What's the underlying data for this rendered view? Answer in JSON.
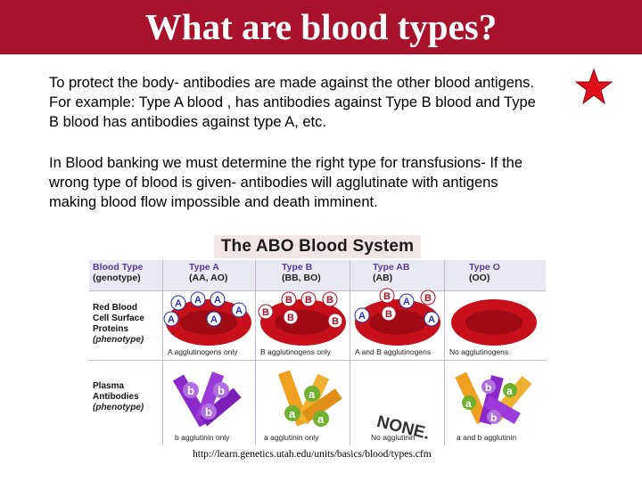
{
  "slide": {
    "title": "What are blood types?",
    "paragraph1": "To protect the body- antibodies are made against the other blood antigens. For example: Type A blood , has antibodies against Type B blood and Type B blood has antibodies against type A, etc.",
    "paragraph2": "In Blood banking we must determine the right type for transfusions- If the wrong type of blood is given- antibodies will agglutinate with antigens making blood flow impossible and death imminent.",
    "url": "http://learn.genetics.utah.edu/units/basics/blood/types.cfm",
    "colors": {
      "title_bar": "#a8122b",
      "star": "#e0101a"
    }
  },
  "figure": {
    "title": "The ABO Blood System",
    "header_label": "Blood Type",
    "header_sub": "(genotype)",
    "columns": [
      {
        "type": "Type A",
        "genotype": "(AA, AO)",
        "antigen_caption": "A agglutinogens only",
        "antibody_caption": "b agglutinin only"
      },
      {
        "type": "Type B",
        "genotype": "(BB, BO)",
        "antigen_caption": "B agglutinogens only",
        "antibody_caption": "a agglutinin only"
      },
      {
        "type": "Type AB",
        "genotype": "(AB)",
        "antigen_caption": "A and B agglutinogens",
        "antibody_caption": "No agglutinin"
      },
      {
        "type": "Type O",
        "genotype": "(OO)",
        "antigen_caption": "No agglutinogens",
        "antibody_caption": "a and b agglutinin"
      }
    ],
    "row_red": {
      "line1": "Red Blood",
      "line2": "Cell Surface",
      "line3": "Proteins",
      "sub": "(phenotype)"
    },
    "row_plasma": {
      "line1": "Plasma",
      "line2": "Antibodies",
      "sub": "(phenotype)"
    },
    "none_label": "NONE.",
    "letters": {
      "a_upper": "A",
      "b_upper": "B",
      "a_lower": "a",
      "b_lower": "b"
    }
  }
}
